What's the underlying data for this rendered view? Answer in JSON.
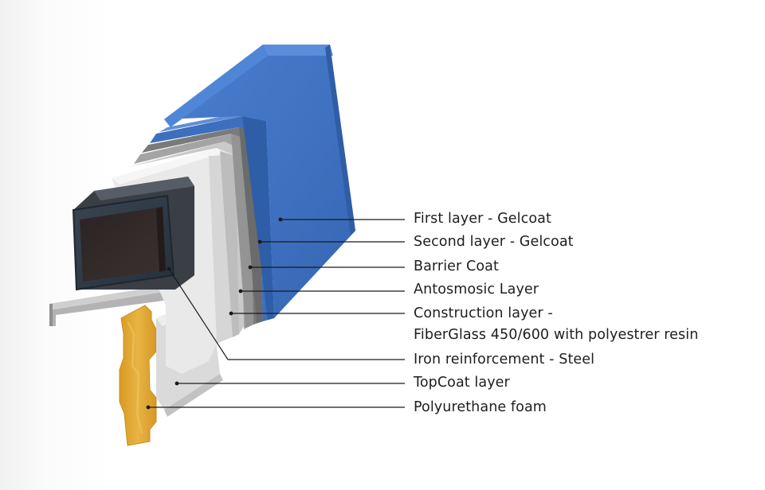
{
  "colors": {
    "gelcoat_blue": "#3f73c4",
    "barrier_gray": "#7c7c7c",
    "antiosmosic_gray": "#a5a5a5",
    "construction_white": "#e4e4e4",
    "steel_dark": "#323c48",
    "foam_yellow": "#e0a832",
    "leader_line": "#1a1a1a"
  },
  "layers": [
    {
      "id": "first-layer",
      "label": "First layer - Gelcoat"
    },
    {
      "id": "second-layer",
      "label": "Second layer - Gelcoat"
    },
    {
      "id": "barrier-coat",
      "label": "Barrier Coat"
    },
    {
      "id": "antosmosic-layer",
      "label": "Antosmosic Layer"
    },
    {
      "id": "construction-layer",
      "label": "Construction layer -",
      "label_line2": "FiberGlass 450/600 with polyestrer resin"
    },
    {
      "id": "iron-reinforcement",
      "label": "Iron reinforcement - Steel"
    },
    {
      "id": "topcoat-layer",
      "label": "TopCoat layer"
    },
    {
      "id": "polyurethane-foam",
      "label": "Polyurethane foam"
    }
  ]
}
